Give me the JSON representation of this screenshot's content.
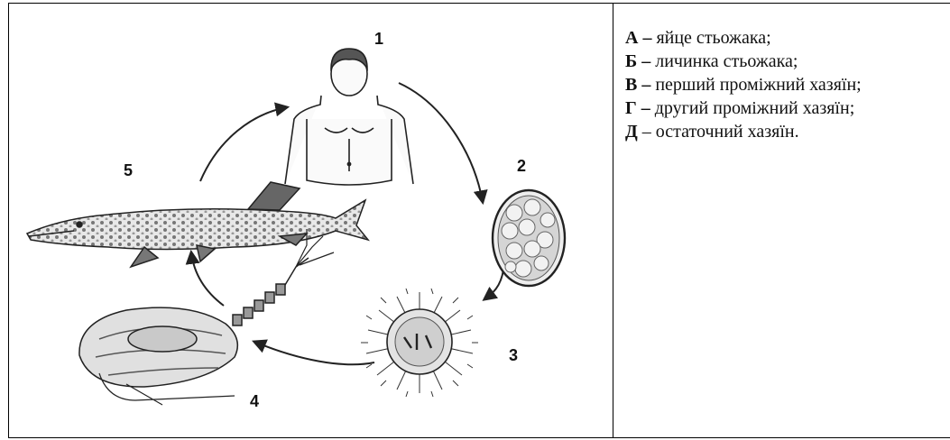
{
  "diagram": {
    "stage_numbers": [
      "1",
      "2",
      "3",
      "4",
      "5"
    ]
  },
  "legend": {
    "items": [
      {
        "key": "А –",
        "text": " яйце стьожака;"
      },
      {
        "key": "Б –",
        "text": " личинка стьожака;"
      },
      {
        "key": "В –",
        "text": " перший проміжний хазяїн;"
      },
      {
        "key": "Г –",
        "text": " другий проміжний хазяїн;"
      },
      {
        "key": "Д",
        "text": " – остаточний хазяїн."
      }
    ]
  }
}
